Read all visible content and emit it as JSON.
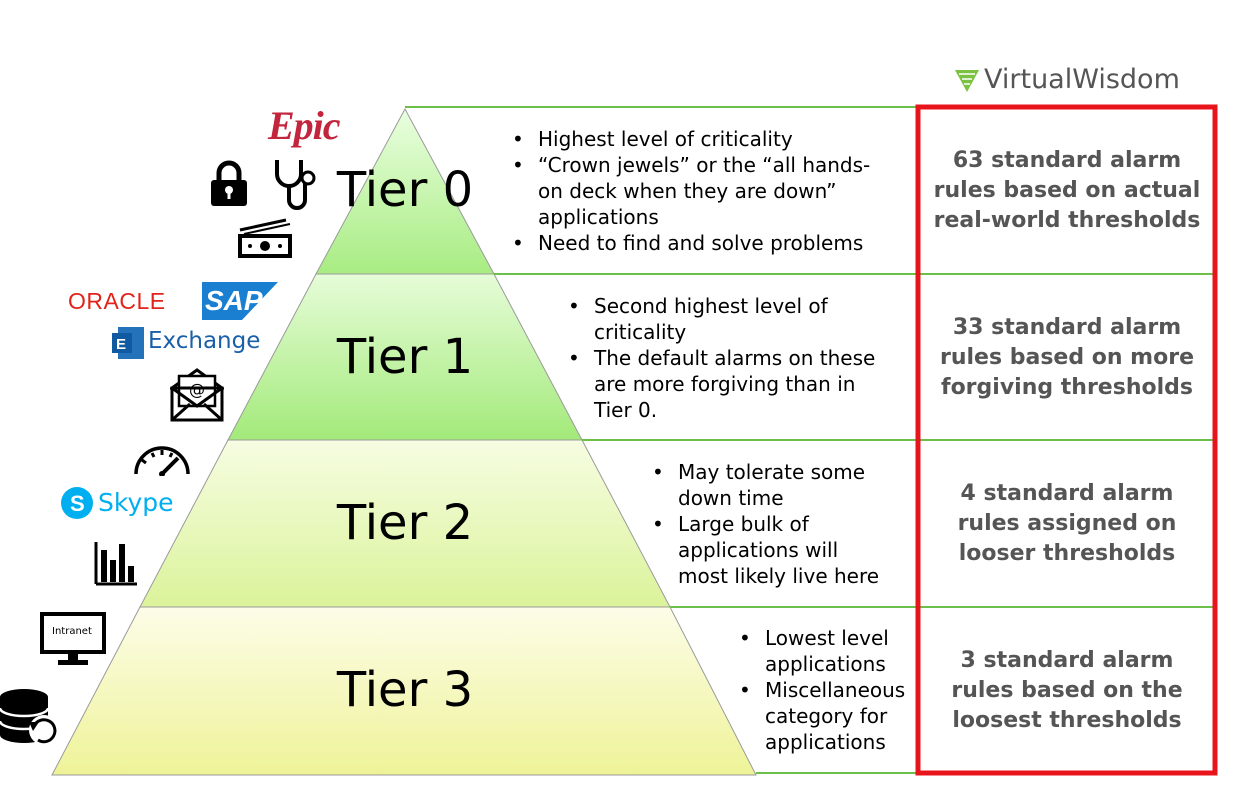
{
  "brand": {
    "name_part1": "Virtual",
    "name_part2": "Wisdom"
  },
  "colors": {
    "highlight_border": "#e8141c",
    "divider": "#6cc04a",
    "rule_text": "#555555"
  },
  "logos": {
    "epic": "Epic",
    "oracle": "ORACLE",
    "sap": "SAP",
    "exchange": "Exchange",
    "skype": "Skype",
    "intranet": "Intranet"
  },
  "icons": [
    "lock-icon",
    "stethoscope-icon",
    "money-icon",
    "email-icon",
    "speedometer-icon",
    "bar-chart-icon",
    "monitor-icon",
    "database-restore-icon"
  ],
  "tiers": [
    {
      "label": "Tier 0",
      "bullets": [
        "Highest level of criticality",
        "“Crown jewels” or the “all hands-on deck when they are down” applications",
        "Need to find and solve problems"
      ],
      "rule": "63 standard alarm rules based on actual real-world thresholds"
    },
    {
      "label": "Tier 1",
      "bullets": [
        "Second highest level of criticality",
        "The default alarms on these are more forgiving than in Tier 0."
      ],
      "rule": "33 standard alarm rules based on more forgiving thresholds"
    },
    {
      "label": "Tier 2",
      "bullets": [
        "May tolerate some down time",
        "Large bulk of applications will most likely live here"
      ],
      "rule": "4 standard alarm rules assigned on looser thresholds"
    },
    {
      "label": "Tier 3",
      "bullets": [
        "Lowest level applications",
        "Miscellaneous category for applications"
      ],
      "rule": "3 standard alarm rules based on the loosest thresholds"
    }
  ]
}
